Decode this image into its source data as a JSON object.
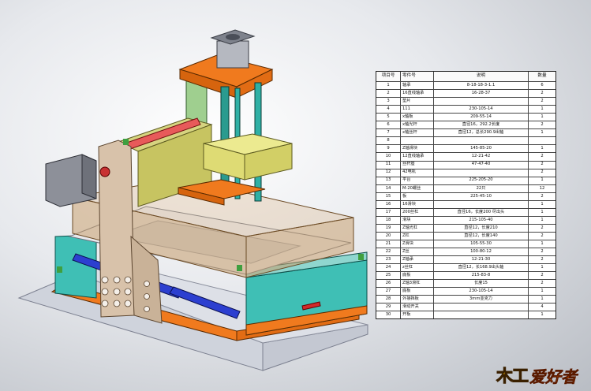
{
  "bom": {
    "headers": {
      "no": "项目号",
      "part": "零件号",
      "desc": "说明",
      "qty": "数量"
    },
    "rows": [
      {
        "no": "1",
        "part": "轴承",
        "desc": "8-18-18-3-1.1",
        "qty": "6"
      },
      {
        "no": "2",
        "part": "16直线轴承",
        "desc": "16-28-37",
        "qty": "2"
      },
      {
        "no": "3",
        "part": "垫片",
        "desc": "",
        "qty": "2"
      },
      {
        "no": "4",
        "part": "111",
        "desc": "230-105-14",
        "qty": "1"
      },
      {
        "no": "5",
        "part": "x轴板",
        "desc": "209-55-14",
        "qty": "1"
      },
      {
        "no": "6",
        "part": "x轴光杆",
        "desc": "直径16，292.2长度",
        "qty": "2"
      },
      {
        "no": "7",
        "part": "x轴丝杆",
        "desc": "直径12，总长290.9出轴",
        "qty": "1"
      },
      {
        "no": "8",
        "part": "",
        "desc": "",
        "qty": ""
      },
      {
        "no": "9",
        "part": "Z轴滑块",
        "desc": "145-85-20",
        "qty": "1"
      },
      {
        "no": "10",
        "part": "12直线轴承",
        "desc": "12-21-42",
        "qty": "2"
      },
      {
        "no": "11",
        "part": "丝杆座",
        "desc": "47-47-40",
        "qty": "2"
      },
      {
        "no": "12",
        "part": "42电机",
        "desc": "",
        "qty": "2"
      },
      {
        "no": "13",
        "part": "平台",
        "desc": "225-205-20",
        "qty": "1"
      },
      {
        "no": "14",
        "part": "M-20螺丝",
        "desc": "22只",
        "qty": "12"
      },
      {
        "no": "15",
        "part": "板",
        "desc": "225-45-10",
        "qty": "2"
      },
      {
        "no": "16",
        "part": "16滑块",
        "desc": "",
        "qty": "1"
      },
      {
        "no": "17",
        "part": "200丝杠",
        "desc": "直径16，长度200  尽出头",
        "qty": "1"
      },
      {
        "no": "18",
        "part": "滑块",
        "desc": "215-105-40",
        "qty": "1"
      },
      {
        "no": "19",
        "part": "Z轴光杠",
        "desc": "直径12，长度210",
        "qty": "2"
      },
      {
        "no": "20",
        "part": "Z杠",
        "desc": "直径12，长度140",
        "qty": "2"
      },
      {
        "no": "21",
        "part": "Z滑块",
        "desc": "105-55-30",
        "qty": "1"
      },
      {
        "no": "22",
        "part": "Z丝",
        "desc": "100-80-12",
        "qty": "2"
      },
      {
        "no": "23",
        "part": "Z轴承",
        "desc": "12-21-30",
        "qty": "2"
      },
      {
        "no": "24",
        "part": "z丝杠",
        "desc": "直径12，长168.9出头轴",
        "qty": "1"
      },
      {
        "no": "25",
        "part": "底板",
        "desc": "215-83-8",
        "qty": "2"
      },
      {
        "no": "26",
        "part": "Z轴3滑杠",
        "desc": "长度15",
        "qty": "2"
      },
      {
        "no": "27",
        "part": "底板",
        "desc": "230-105-14",
        "qty": "1"
      },
      {
        "no": "28",
        "part": "外接挡板",
        "desc": "3mm亚克力",
        "qty": "1"
      },
      {
        "no": "29",
        "part": "滑动开关",
        "desc": "",
        "qty": "4"
      },
      {
        "no": "30",
        "part": "开板",
        "desc": "",
        "qty": "1"
      }
    ]
  },
  "logo": {
    "mark": "木工",
    "text": "爱好者"
  },
  "colors": {
    "orange": "#f07a1e",
    "yellow": "#e6e07a",
    "cyan": "#3fbfb5",
    "green": "#9fcf8f",
    "tan": "#d8c2aa",
    "acrylic": "#c9a070"
  }
}
